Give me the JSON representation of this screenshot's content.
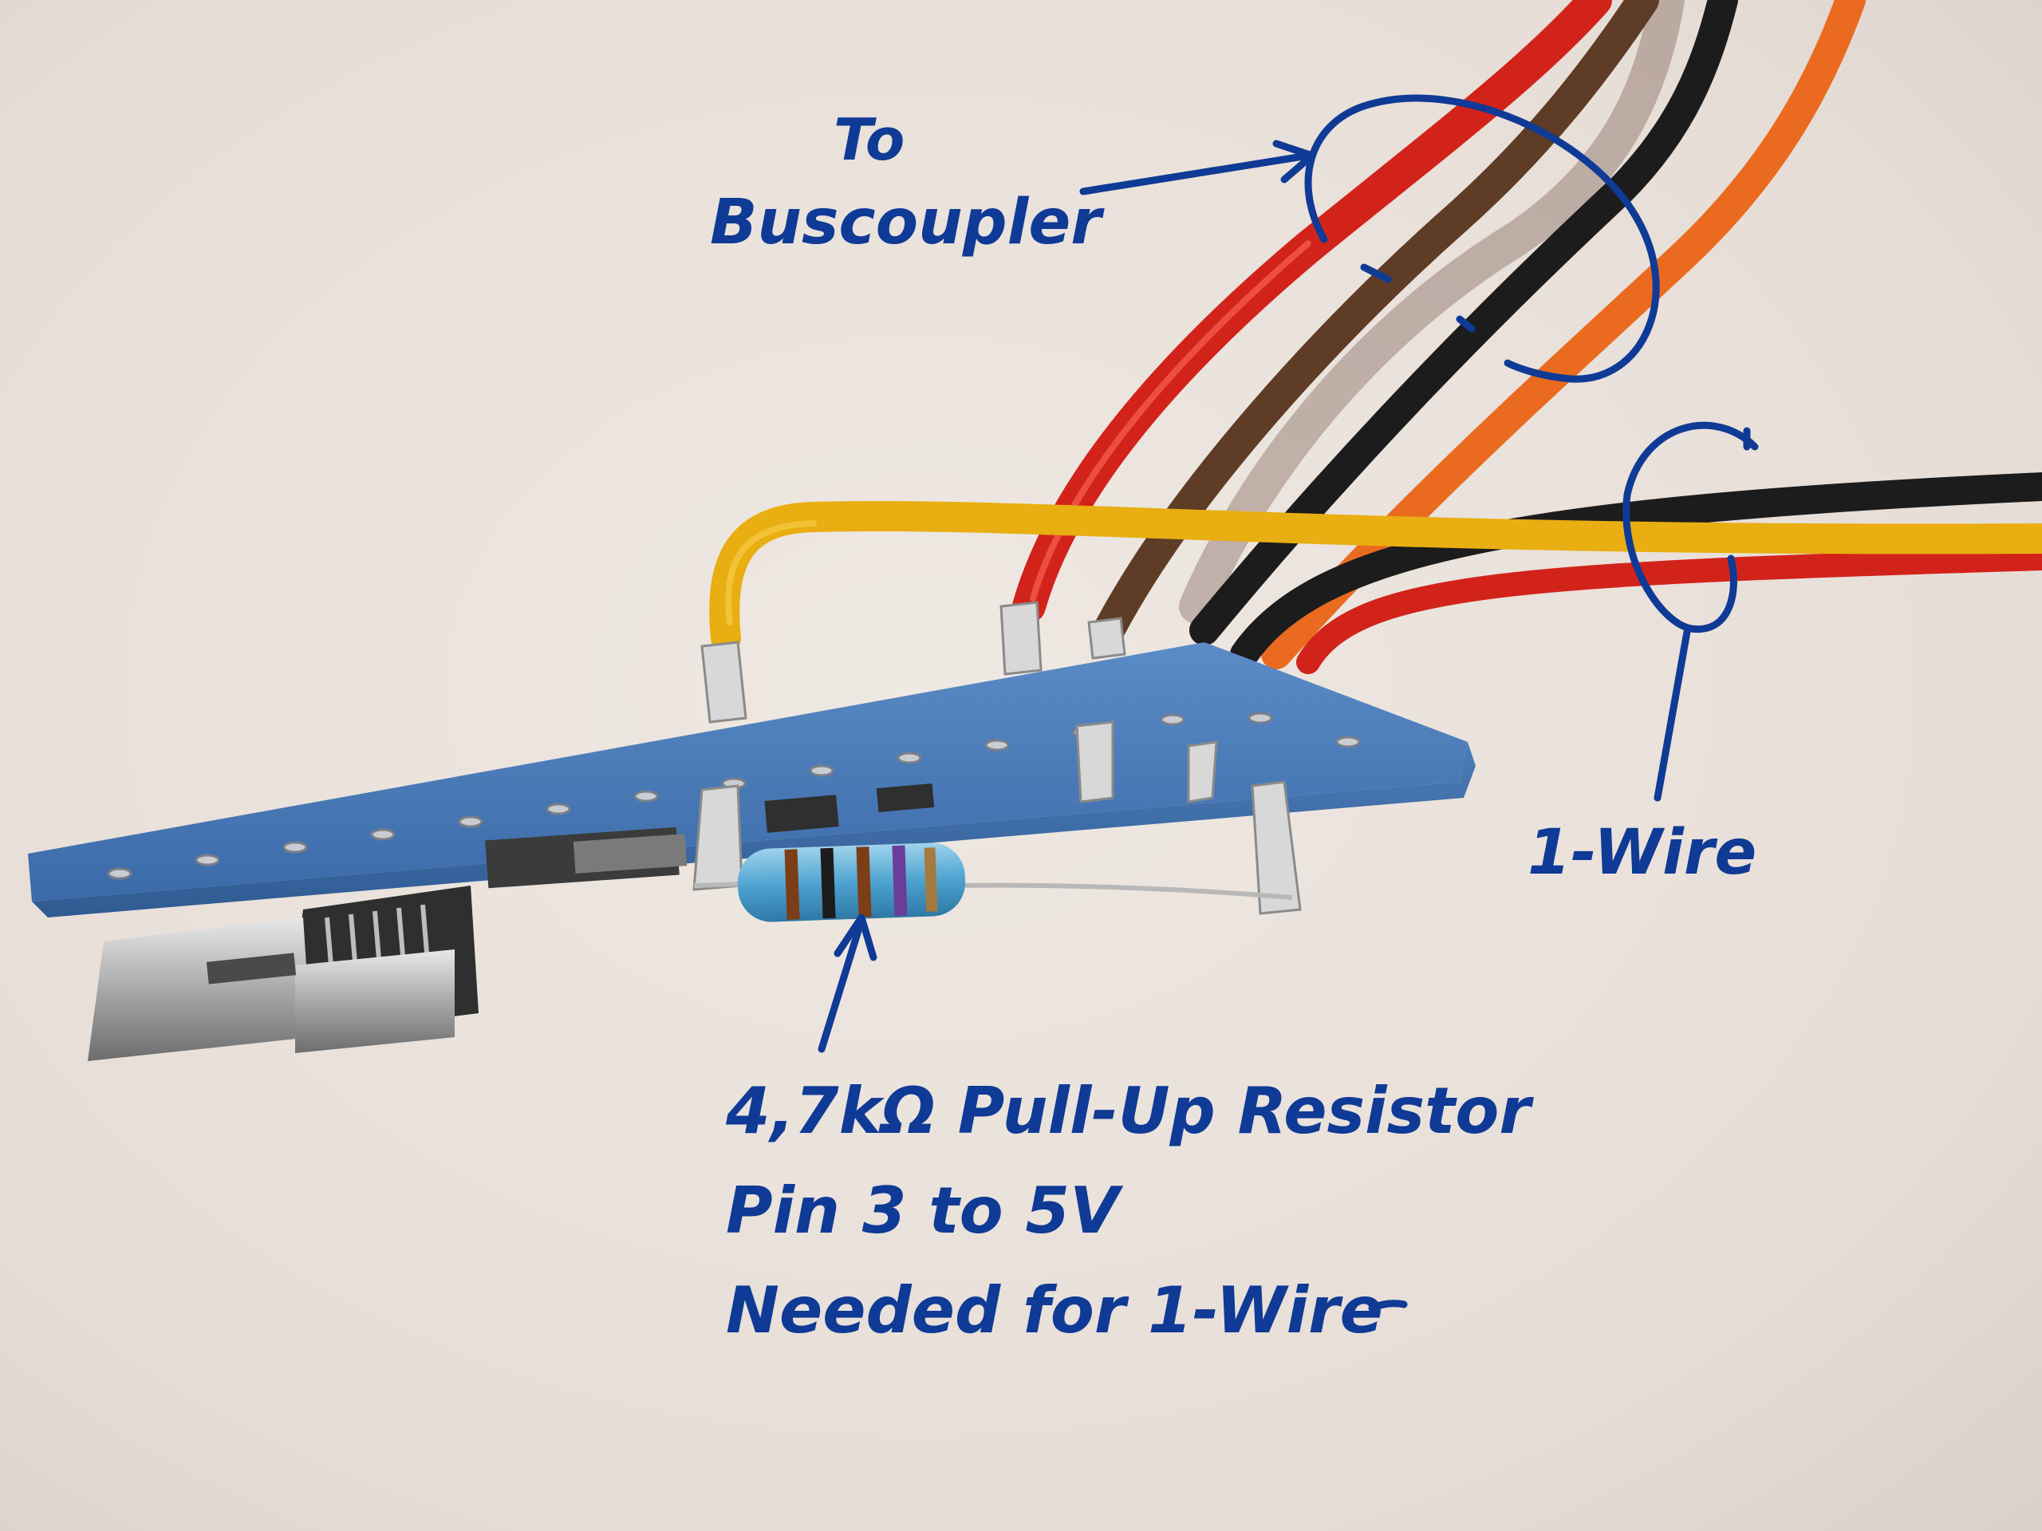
{
  "annotations": {
    "buscoupler": {
      "line1": "To",
      "line2": "Buscoupler"
    },
    "onewire": {
      "label": "1-Wire"
    },
    "resistor": {
      "line1": "4,7kΩ Pull-Up Resistor",
      "line2": "Pin 3 to 5V",
      "line3": "Needed for 1-Wire"
    }
  },
  "colors": {
    "background": "#e9e2dc",
    "ink": "#0f3a96",
    "pcb": "#3f74b4",
    "wire_red": "#d2231b",
    "wire_brown": "#5e3c26",
    "wire_black": "#1c1c1c",
    "wire_orange": "#ea6b1f",
    "wire_yellow": "#e8ae12"
  },
  "icons": [
    "arduino-pro-mini-board",
    "pull-up-resistor",
    "jumper-wires",
    "usb-header"
  ]
}
